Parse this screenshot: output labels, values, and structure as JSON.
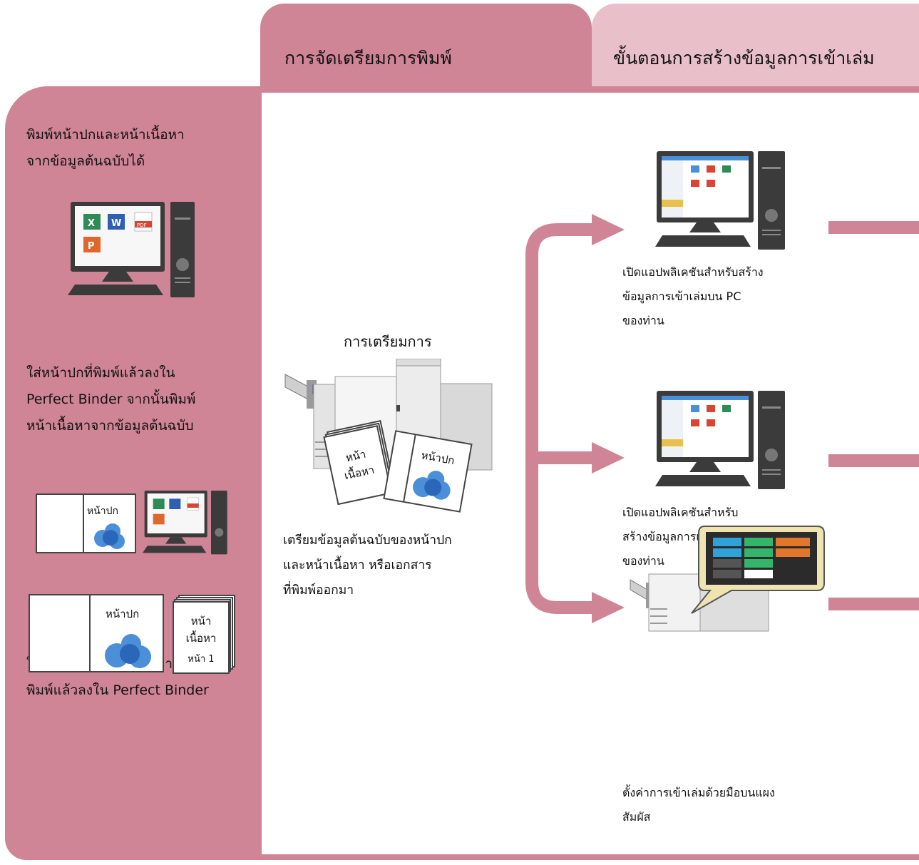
{
  "tabs": {
    "preparation": "การจัดเตรียมการพิมพ์",
    "binding_steps": "ขั้นตอนการสร้างข้อมูลการเข้าเล่ม"
  },
  "left_panel": {
    "option1": {
      "line1": "พิมพ์หน้าปกและหน้าเนื้อหา",
      "line2": "จากข้อมูลต้นฉบับได้"
    },
    "option2": {
      "line1": "ใส่หน้าปกที่พิมพ์แล้วลงใน",
      "line2": "Perfect Binder จากนั้นพิมพ์",
      "line3": "หน้าเนื้อหาจากข้อมูลต้นฉบับ",
      "cover_label": "หน้าปก"
    },
    "option3": {
      "line1": "ใส่หน้าปกและหน้าเนื้อหาที่",
      "line2": "พิมพ์แล้วลงใน Perfect Binder",
      "cover_label": "หน้าปก",
      "body_label_line1": "หน้า",
      "body_label_line2": "เนื้อหา",
      "page_label": "หน้า 1"
    }
  },
  "preparation": {
    "title": "การเตรียมการ",
    "body_label_line1": "หน้า",
    "body_label_line2": "เนื้อหา",
    "cover_label": "หน้าปก",
    "desc_line1": "เตรียมข้อมูลต้นฉบับของหน้าปก",
    "desc_line2": "และหน้าเนื้อหา หรือเอกสาร",
    "desc_line3": "ที่พิมพ์ออกมา"
  },
  "steps": [
    {
      "line1": "เปิดแอปพลิเคชันสำหรับสร้าง",
      "line2": "ข้อมูลการเข้าเล่มบน PC",
      "line3": "ของท่าน"
    },
    {
      "line1": "เปิดแอปพลิเคชันสำหรับ",
      "line2": "สร้างข้อมูลการเข้าเล่มบน PC",
      "line3": "ของท่าน"
    },
    {
      "line1": "ตั้งค่าการเข้าเล่มด้วยมือบนแผง",
      "line2": "สัมผัส"
    }
  ],
  "icons": {
    "pdf_label": "PDF",
    "colors": {
      "excel": "#2e8b57",
      "word": "#2f5fb3",
      "pdf": "#d94433",
      "ppt": "#e0662e"
    }
  },
  "colors": {
    "panel": "#d08596",
    "tab_light": "#e9bfca",
    "arrow": "#d08596",
    "bubbles": "#4a8fd8"
  }
}
